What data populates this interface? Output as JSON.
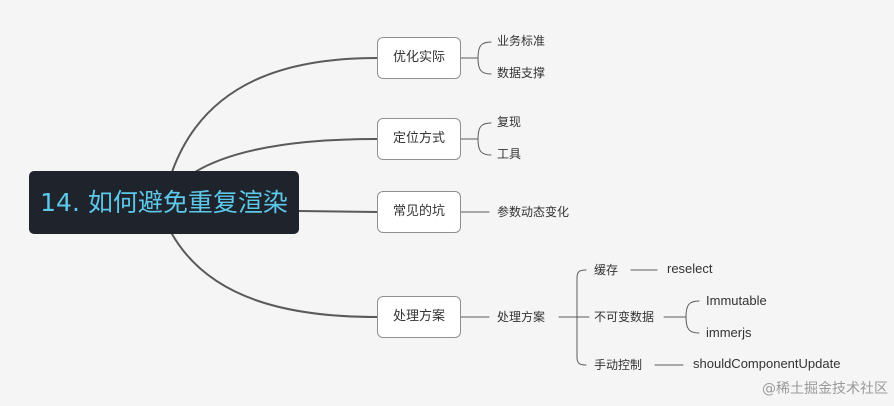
{
  "root": {
    "title": "14. 如何避免重复渲染"
  },
  "branches": [
    {
      "label": "优化实际",
      "children": [
        "业务标准",
        "数据支撑"
      ]
    },
    {
      "label": "定位方式",
      "children": [
        "复现",
        "工具"
      ]
    },
    {
      "label": "常见的坑",
      "children": [
        "参数动态变化"
      ]
    },
    {
      "label": "处理方案",
      "children": [
        "处理方案"
      ]
    }
  ],
  "solutions": {
    "cache": {
      "label": "缓存",
      "tool": "reselect"
    },
    "immutable": {
      "label": "不可变数据",
      "tools": [
        "Immutable",
        "immerjs"
      ]
    },
    "manual": {
      "label": "手动控制",
      "tool": "shouldComponentUpdate"
    }
  },
  "watermark": "@稀土掘金技术社区",
  "colors": {
    "root_bg": "#1f242c",
    "root_text": "#5cc8ea",
    "line": "#555555",
    "background": "#f5f5f5"
  }
}
